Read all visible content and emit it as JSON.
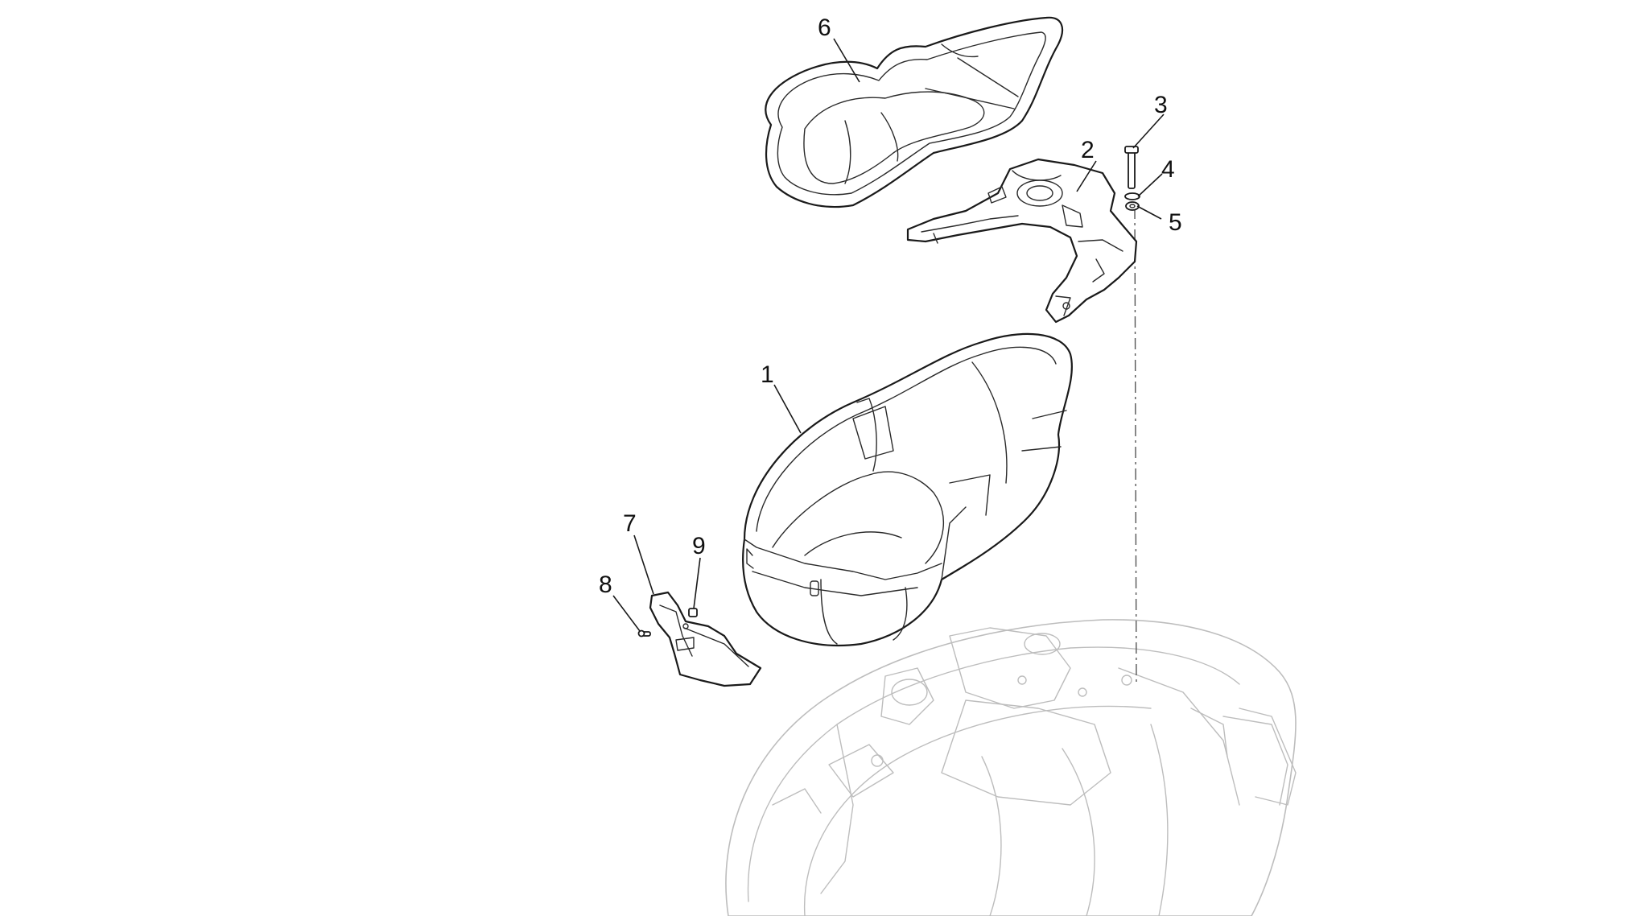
{
  "diagram": {
    "callouts": [
      {
        "id": "1",
        "label": "1",
        "part": "helmet-compartment"
      },
      {
        "id": "2",
        "label": "2",
        "part": "rear-bracket"
      },
      {
        "id": "3",
        "label": "3",
        "part": "screw"
      },
      {
        "id": "4",
        "label": "4",
        "part": "washer"
      },
      {
        "id": "5",
        "label": "5",
        "part": "spacer"
      },
      {
        "id": "6",
        "label": "6",
        "part": "saddle-liner"
      },
      {
        "id": "7",
        "label": "7",
        "part": "cover-plate"
      },
      {
        "id": "8",
        "label": "8",
        "part": "small-screw"
      },
      {
        "id": "9",
        "label": "9",
        "part": "clip-nut"
      }
    ]
  }
}
